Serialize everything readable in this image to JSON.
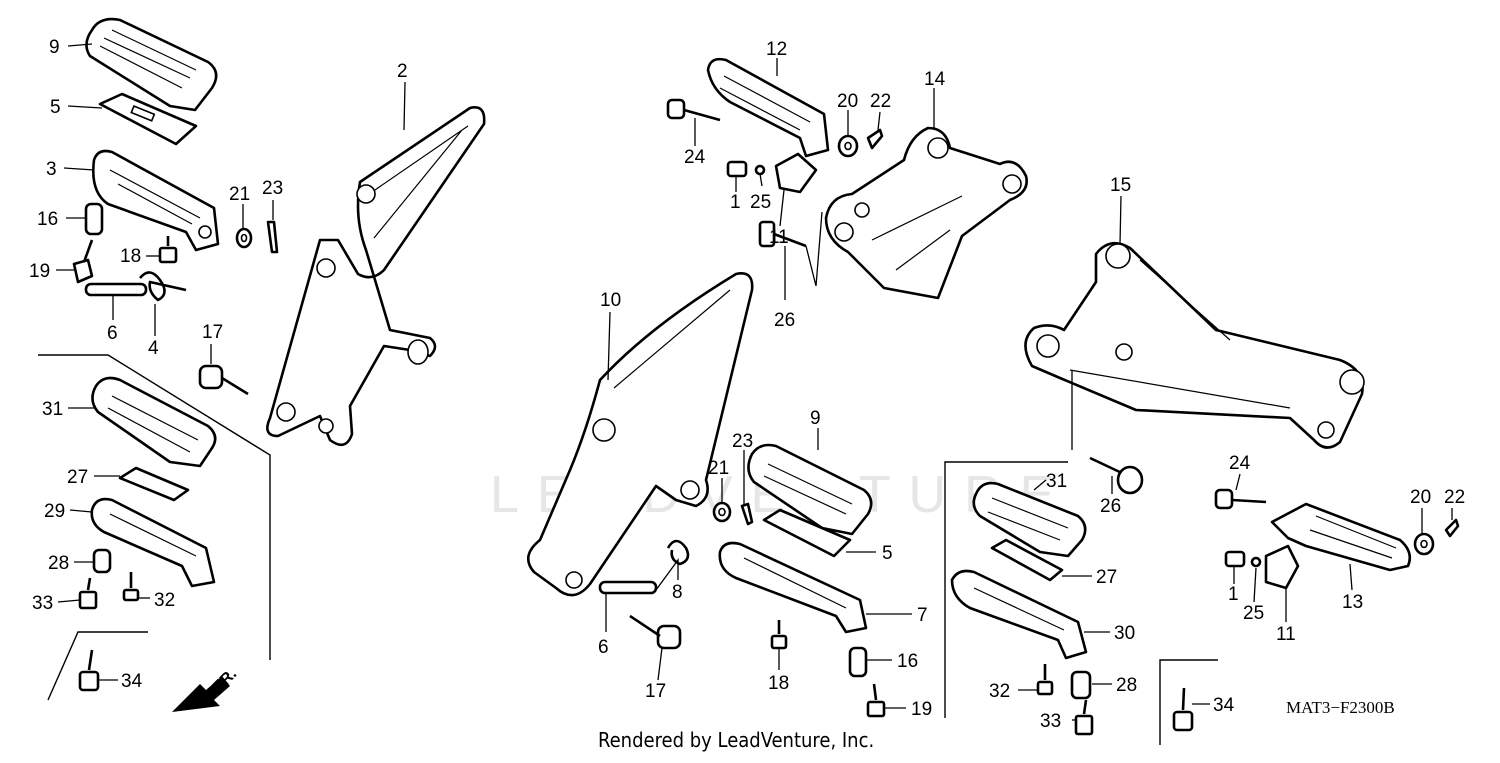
{
  "diagram": {
    "code": "MAT3−F2300B",
    "credit": "Rendered by LeadVenture, Inc.",
    "direction_label": "FR.",
    "watermark": "LEADVENTURE",
    "callouts": [
      {
        "id": "c9a",
        "label": "9"
      },
      {
        "id": "c5a",
        "label": "5"
      },
      {
        "id": "c3",
        "label": "3"
      },
      {
        "id": "c16a",
        "label": "16"
      },
      {
        "id": "c19a",
        "label": "19"
      },
      {
        "id": "c18a",
        "label": "18"
      },
      {
        "id": "c6a",
        "label": "6"
      },
      {
        "id": "c4",
        "label": "4"
      },
      {
        "id": "c21a",
        "label": "21"
      },
      {
        "id": "c23a",
        "label": "23"
      },
      {
        "id": "c2",
        "label": "2"
      },
      {
        "id": "c17a",
        "label": "17"
      },
      {
        "id": "c31a",
        "label": "31"
      },
      {
        "id": "c27a",
        "label": "27"
      },
      {
        "id": "c29",
        "label": "29"
      },
      {
        "id": "c28a",
        "label": "28"
      },
      {
        "id": "c33a",
        "label": "33"
      },
      {
        "id": "c32a",
        "label": "32"
      },
      {
        "id": "c34a",
        "label": "34"
      },
      {
        "id": "c12",
        "label": "12"
      },
      {
        "id": "c24a",
        "label": "24"
      },
      {
        "id": "c20a",
        "label": "20"
      },
      {
        "id": "c22a",
        "label": "22"
      },
      {
        "id": "c1a",
        "label": "1"
      },
      {
        "id": "c25a",
        "label": "25"
      },
      {
        "id": "c11a",
        "label": "11"
      },
      {
        "id": "c14",
        "label": "14"
      },
      {
        "id": "c26a",
        "label": "26"
      },
      {
        "id": "c10",
        "label": "10"
      },
      {
        "id": "c15",
        "label": "15"
      },
      {
        "id": "c9b",
        "label": "9"
      },
      {
        "id": "c23b",
        "label": "23"
      },
      {
        "id": "c21b",
        "label": "21"
      },
      {
        "id": "c5b",
        "label": "5"
      },
      {
        "id": "c8",
        "label": "8"
      },
      {
        "id": "c7",
        "label": "7"
      },
      {
        "id": "c6b",
        "label": "6"
      },
      {
        "id": "c17b",
        "label": "17"
      },
      {
        "id": "c18b",
        "label": "18"
      },
      {
        "id": "c16b",
        "label": "16"
      },
      {
        "id": "c19b",
        "label": "19"
      },
      {
        "id": "c26b",
        "label": "26"
      },
      {
        "id": "c31b",
        "label": "31"
      },
      {
        "id": "c27b",
        "label": "27"
      },
      {
        "id": "c30",
        "label": "30"
      },
      {
        "id": "c32b",
        "label": "32"
      },
      {
        "id": "c28b",
        "label": "28"
      },
      {
        "id": "c33b",
        "label": "33"
      },
      {
        "id": "c24b",
        "label": "24"
      },
      {
        "id": "c20b",
        "label": "20"
      },
      {
        "id": "c22b",
        "label": "22"
      },
      {
        "id": "c1b",
        "label": "1"
      },
      {
        "id": "c25b",
        "label": "25"
      },
      {
        "id": "c11b",
        "label": "11"
      },
      {
        "id": "c13",
        "label": "13"
      },
      {
        "id": "c34b",
        "label": "34"
      }
    ]
  }
}
